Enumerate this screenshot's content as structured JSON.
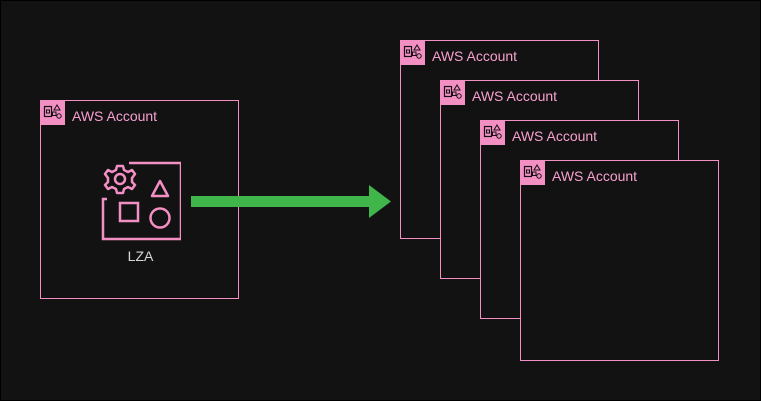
{
  "source_account": {
    "label": "AWS Account",
    "app_label": "LZA",
    "app_icon": "lza-resources-icon"
  },
  "target_accounts": [
    {
      "label": "AWS Account"
    },
    {
      "label": "AWS Account"
    },
    {
      "label": "AWS Account"
    },
    {
      "label": "AWS Account"
    }
  ],
  "colors": {
    "background": "#121212",
    "account_border": "#f48fc4",
    "account_text": "#f8a0d0",
    "arrow": "#3fb54a",
    "lza_text": "#d8d8d8"
  },
  "icons": {
    "account_badge": "aws-account-icon",
    "arrow": "arrow-right-icon"
  }
}
